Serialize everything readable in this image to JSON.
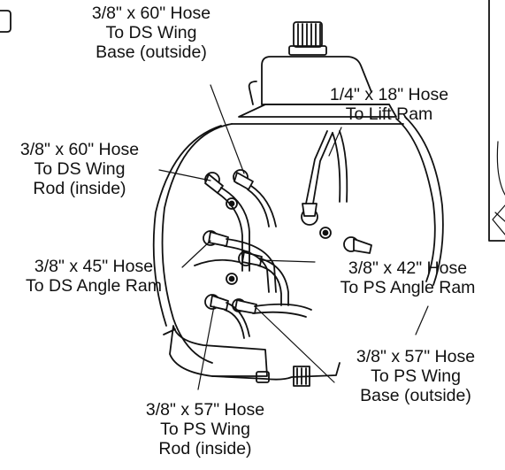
{
  "labels": {
    "ds_wing_base": [
      "3/8\" x 60\" Hose",
      "To DS Wing",
      "Base (outside)"
    ],
    "lift_ram": [
      "1/4\" x 18\" Hose",
      "To Lift Ram"
    ],
    "ds_wing_rod": [
      "3/8\" x 60\" Hose",
      "To DS Wing",
      "Rod (inside)"
    ],
    "ds_angle_ram": [
      "3/8\" x 45\" Hose",
      "To DS Angle Ram"
    ],
    "ps_angle_ram": [
      "3/8\" x 42\" Hose",
      "To PS Angle Ram"
    ],
    "ps_wing_base": [
      "3/8\" x 57\" Hose",
      "To PS Wing",
      "Base (outside)"
    ],
    "ps_wing_rod": [
      "3/8\" x 57\" Hose",
      "To PS Wing",
      "Rod (inside)"
    ]
  },
  "colors": {
    "ink": "#111111",
    "paper": "#ffffff"
  }
}
